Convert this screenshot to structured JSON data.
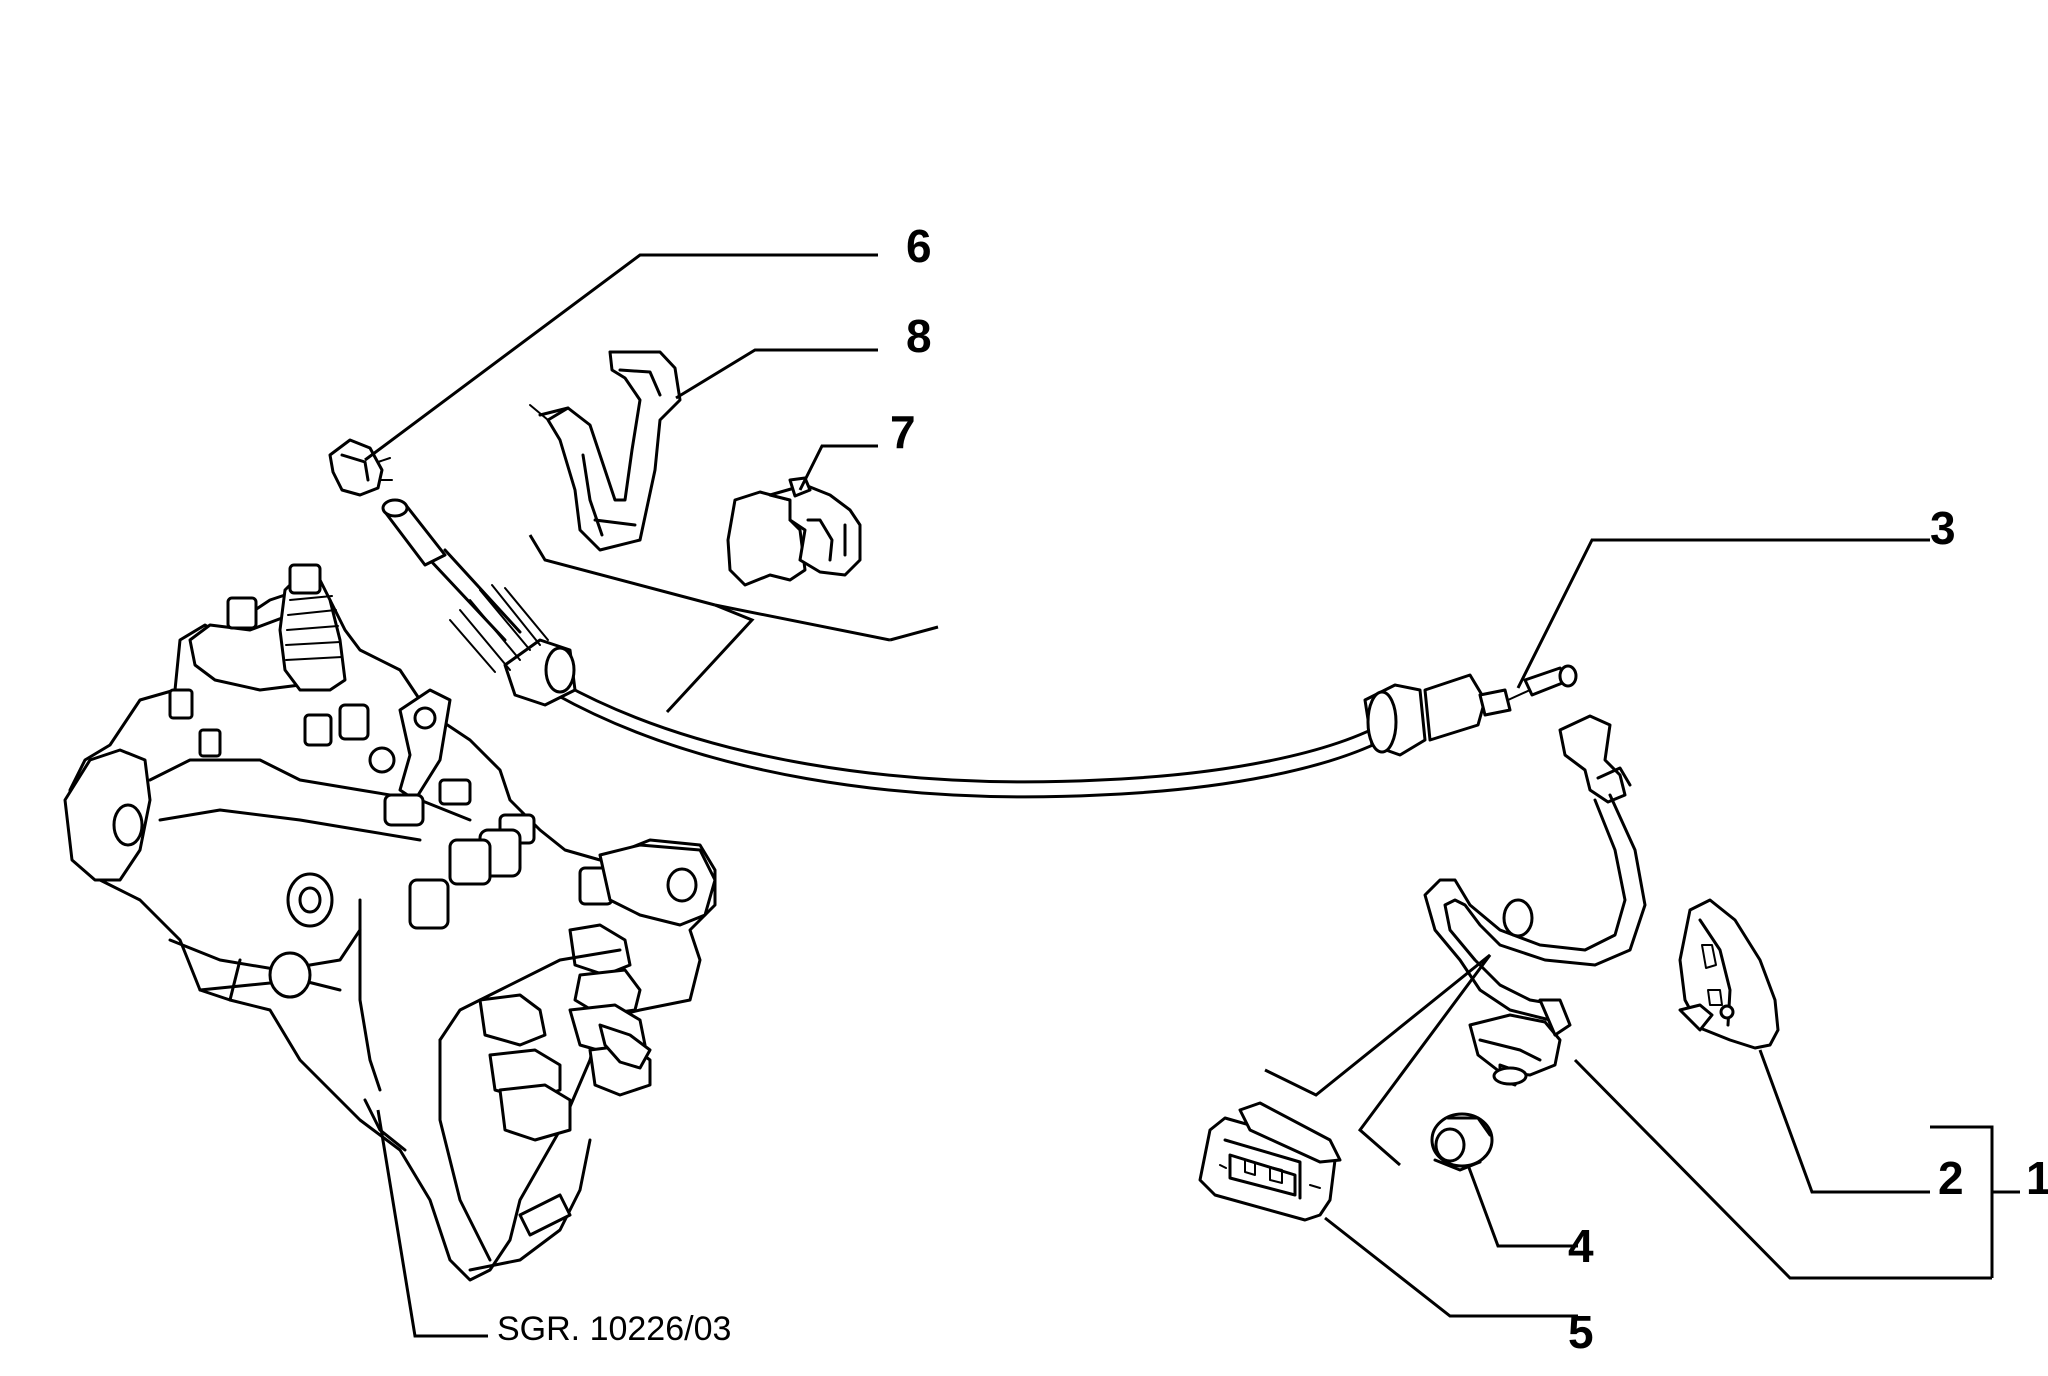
{
  "callouts": {
    "c1": "1",
    "c2": "2",
    "c3": "3",
    "c4": "4",
    "c5": "5",
    "c6": "6",
    "c7": "7",
    "c8": "8"
  },
  "reference": "SGR. 10226/03",
  "colors": {
    "line": "#000000",
    "background": "#ffffff"
  }
}
